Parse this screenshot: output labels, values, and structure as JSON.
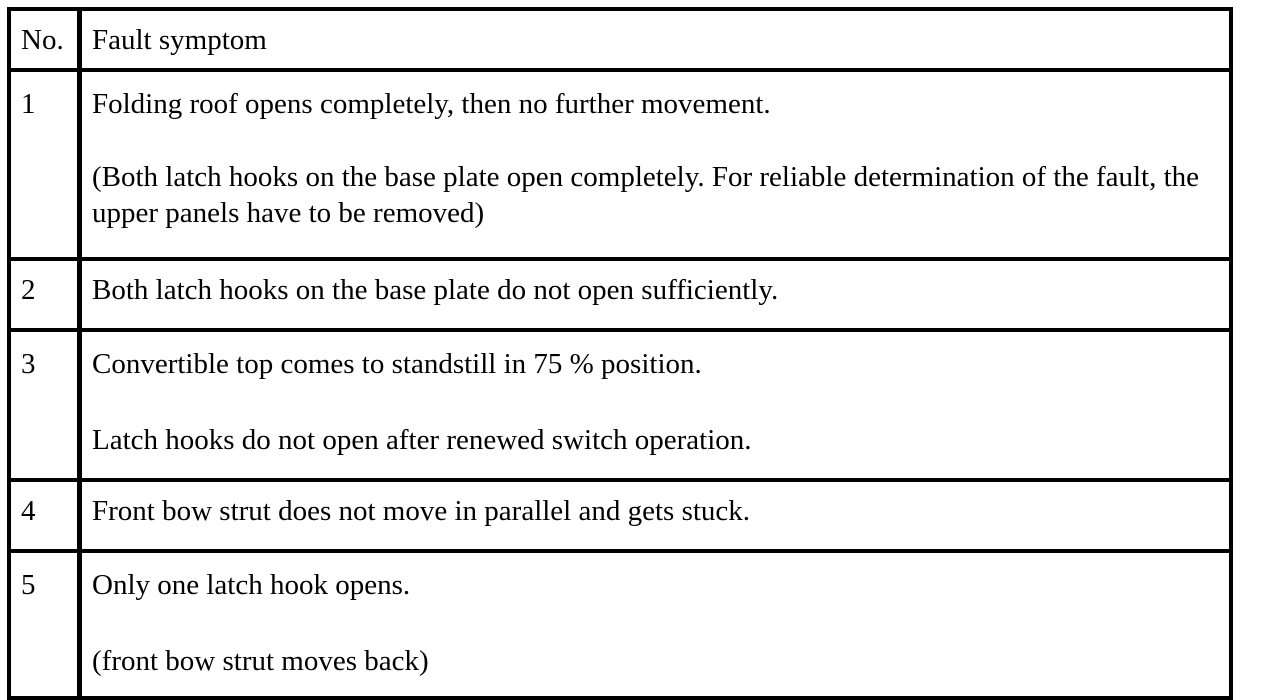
{
  "table": {
    "header": {
      "no": "No.",
      "symptom": "Fault symptom"
    },
    "rows": [
      {
        "no": "1",
        "p1": "Folding roof opens completely, then no further movement.",
        "p2": "(Both latch hooks on the base plate open completely. For reliable determination of the fault, the upper panels have to be removed)"
      },
      {
        "no": "2",
        "p1": "Both latch hooks on the base plate do not open sufficiently."
      },
      {
        "no": "3",
        "p1": "Convertible top comes to standstill in 75 % position.",
        "p2": "Latch hooks do not open after renewed switch operation."
      },
      {
        "no": "4",
        "p1": "Front bow strut does not move in parallel and gets stuck."
      },
      {
        "no": "5",
        "p1": "Only one latch hook opens.",
        "p2": "(front bow strut moves back)"
      }
    ]
  }
}
